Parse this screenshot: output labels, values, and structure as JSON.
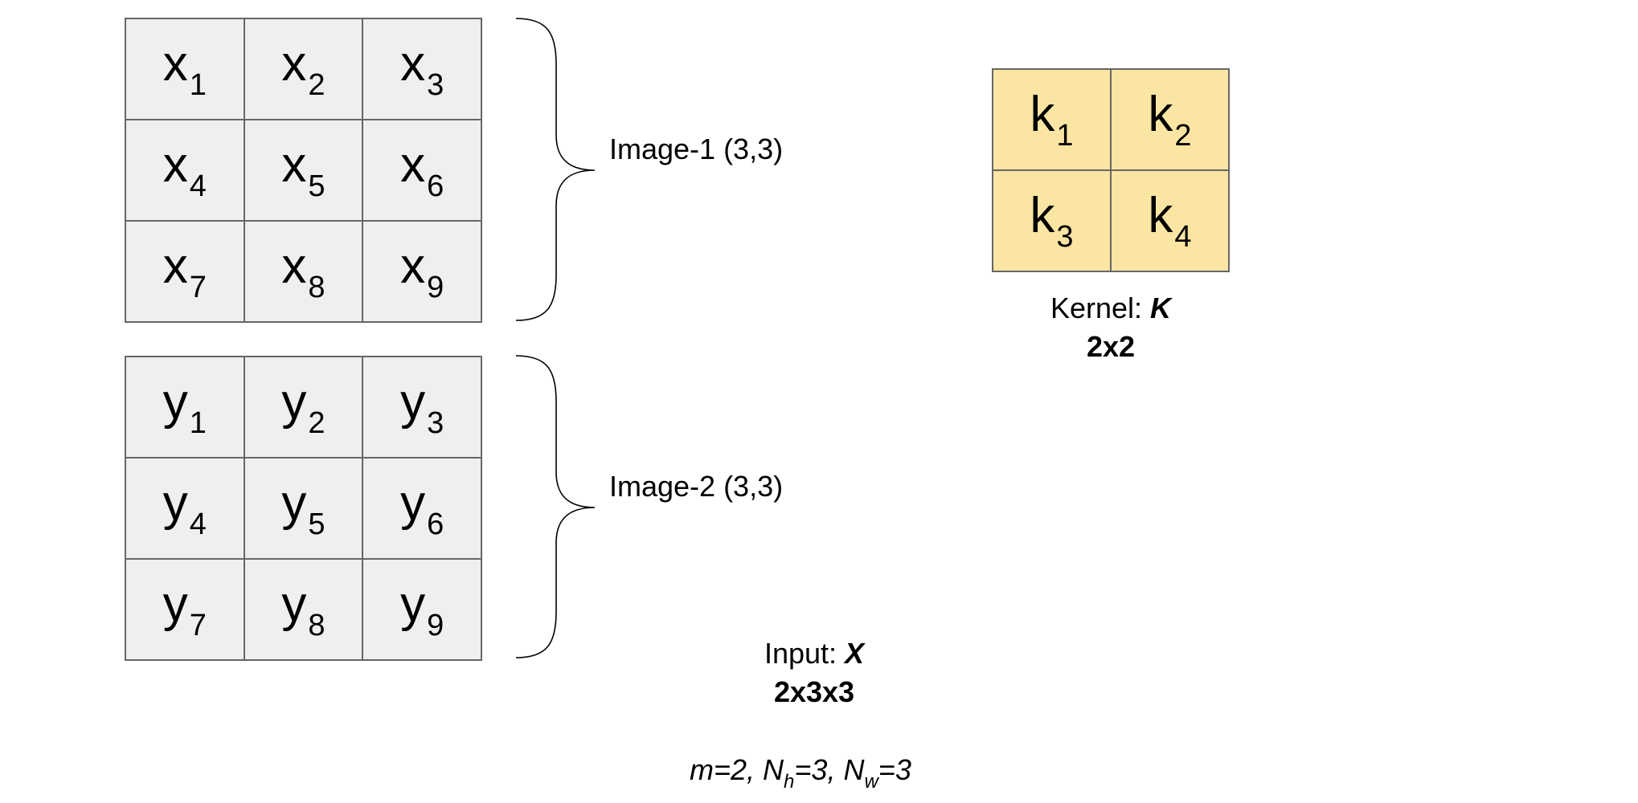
{
  "image1": {
    "label": "Image-1 (3,3)",
    "cells": [
      {
        "sym": "x",
        "sub": "1"
      },
      {
        "sym": "x",
        "sub": "2"
      },
      {
        "sym": "x",
        "sub": "3"
      },
      {
        "sym": "x",
        "sub": "4"
      },
      {
        "sym": "x",
        "sub": "5"
      },
      {
        "sym": "x",
        "sub": "6"
      },
      {
        "sym": "x",
        "sub": "7"
      },
      {
        "sym": "x",
        "sub": "8"
      },
      {
        "sym": "x",
        "sub": "9"
      }
    ]
  },
  "image2": {
    "label": "Image-2 (3,3)",
    "cells": [
      {
        "sym": "y",
        "sub": "1"
      },
      {
        "sym": "y",
        "sub": "2"
      },
      {
        "sym": "y",
        "sub": "3"
      },
      {
        "sym": "y",
        "sub": "4"
      },
      {
        "sym": "y",
        "sub": "5"
      },
      {
        "sym": "y",
        "sub": "6"
      },
      {
        "sym": "y",
        "sub": "7"
      },
      {
        "sym": "y",
        "sub": "8"
      },
      {
        "sym": "y",
        "sub": "9"
      }
    ]
  },
  "kernel": {
    "cells": [
      {
        "sym": "k",
        "sub": "1"
      },
      {
        "sym": "k",
        "sub": "2"
      },
      {
        "sym": "k",
        "sub": "3"
      },
      {
        "sym": "k",
        "sub": "4"
      }
    ],
    "caption_prefix": "Kernel: ",
    "caption_symbol": "K",
    "caption_dims": "2x2"
  },
  "input": {
    "caption_prefix": "Input: ",
    "caption_symbol": "X",
    "caption_dims": "2x3x3"
  },
  "formula": {
    "m_part": "m=2, N",
    "nh_sub": "h",
    "nh_value": "=3, N",
    "nw_sub": "w",
    "nw_value": "=3"
  },
  "colors": {
    "input_cell_fill": "#efefef",
    "kernel_cell_fill": "#fbe5a3",
    "grid_border": "#666666"
  }
}
